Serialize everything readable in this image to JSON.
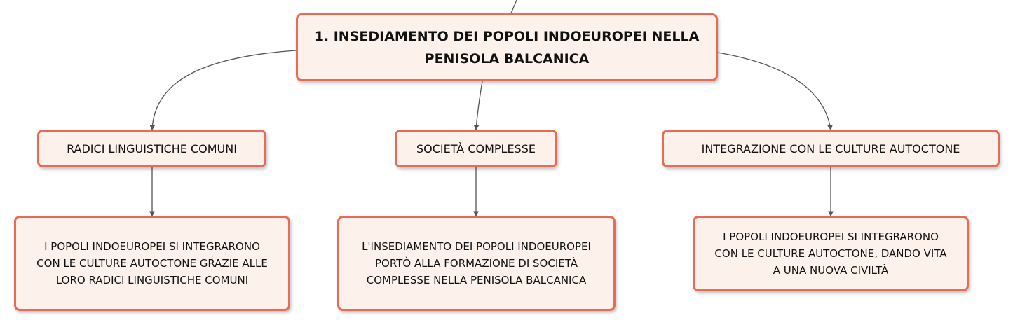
{
  "root": {
    "line1": "1. INSEDIAMENTO DEI POPOLI INDOEUROPEI NELLA",
    "line2": "PENISOLA BALCANICA"
  },
  "branches": [
    {
      "label": "RADICI LINGUISTICHE COMUNI",
      "detail": [
        "I POPOLI INDOEUROPEI SI INTEGRARONO",
        "CON LE CULTURE AUTOCTONE GRAZIE ALLE",
        "LORO RADICI LINGUISTICHE COMUNI"
      ]
    },
    {
      "label": "SOCIETÀ COMPLESSE",
      "detail": [
        "L'INSEDIAMENTO DEI POPOLI INDOEUROPEI",
        "PORTÒ ALLA FORMAZIONE DI SOCIETÀ",
        "COMPLESSE NELLA PENISOLA BALCANICA"
      ]
    },
    {
      "label": "INTEGRAZIONE CON LE CULTURE AUTOCTONE",
      "detail": [
        "I POPOLI INDOEUROPEI SI INTEGRARONO",
        "CON LE CULTURE AUTOCTONE, DANDO VITA",
        "A UNA NUOVA CIVILTÀ"
      ]
    }
  ],
  "colors": {
    "border": "#e86b55",
    "fill": "#fdf1ec",
    "text": "#111111",
    "connector": "#555555"
  }
}
